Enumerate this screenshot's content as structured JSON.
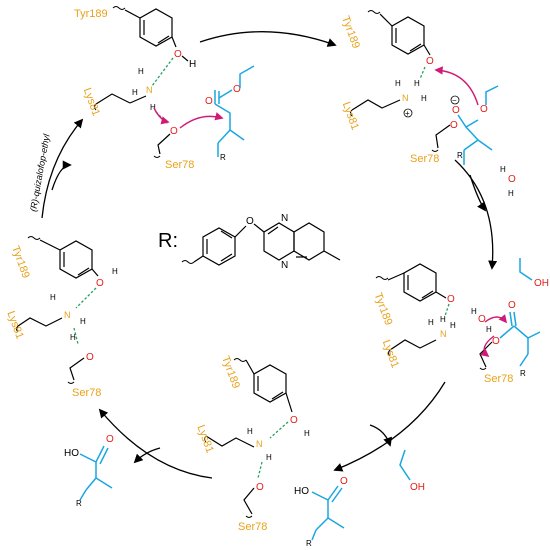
{
  "residues": {
    "tyr": "Tyr189",
    "lys": "Lys81",
    "ser": "Ser78"
  },
  "atoms": {
    "O": "O",
    "H": "H",
    "N": "N",
    "OH": "OH",
    "HO": "HO",
    "R": "R"
  },
  "substituent": {
    "label": "R:"
  },
  "cycle_label": "(R)-quizalofop-ethyl",
  "colors": {
    "residue": "#e8a21a",
    "oxygen": "#e0201b",
    "hbond": "#25a05a",
    "substrate": "#1aa6e0",
    "electron_push": "#d01a78"
  }
}
